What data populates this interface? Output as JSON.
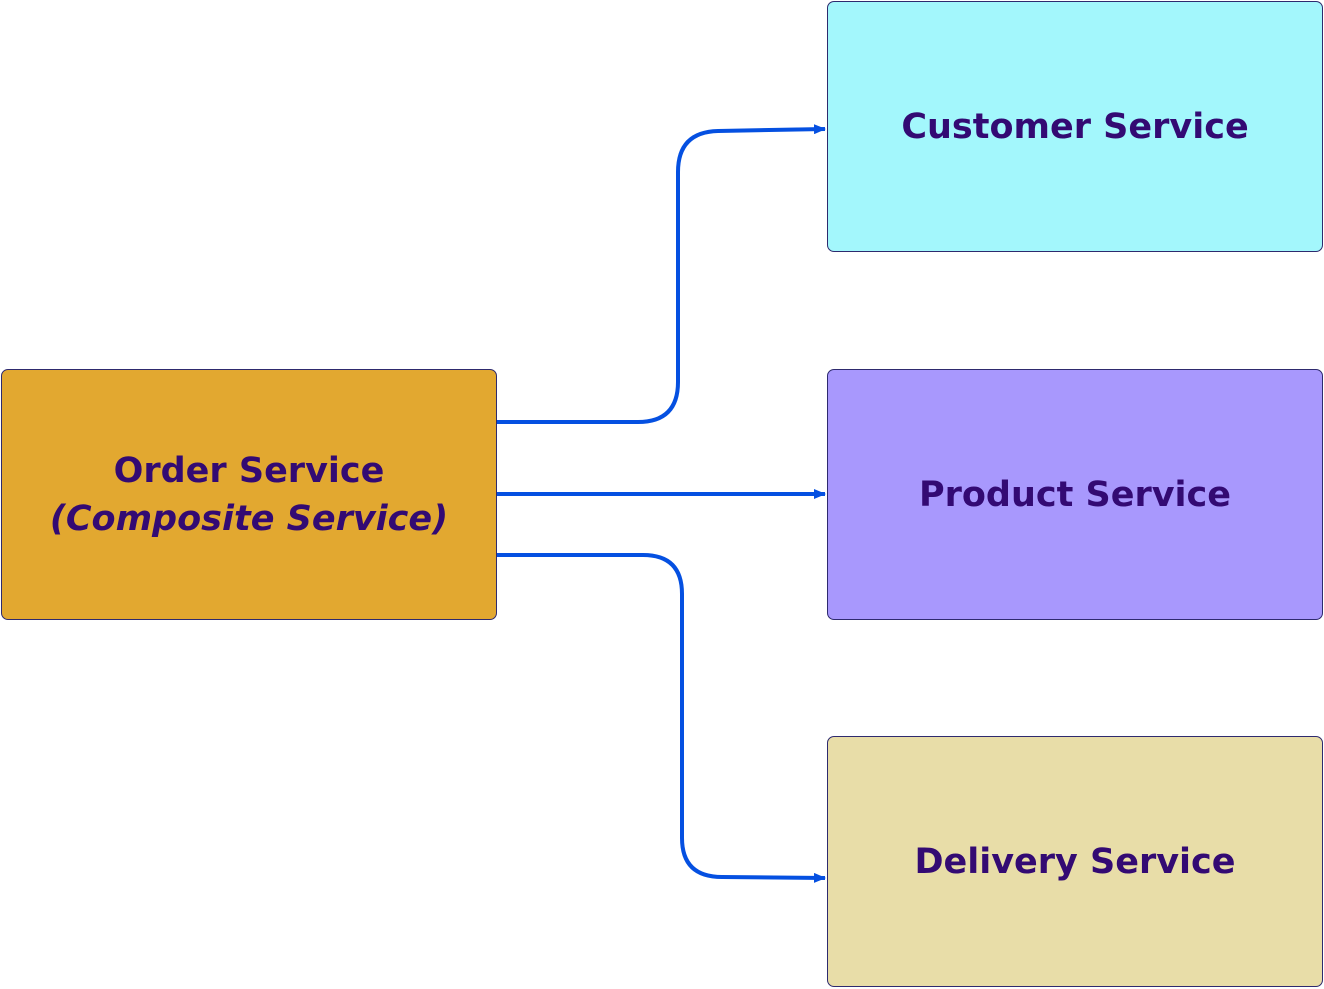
{
  "colors": {
    "order_fill": "#e2a830",
    "customer_fill": "#a3f7fc",
    "product_fill": "#a898fd",
    "delivery_fill": "#e8dda8",
    "text": "#330a73",
    "arrow": "#0550e1",
    "border": "#2e2a6e"
  },
  "nodes": {
    "order": {
      "title": "Order Service",
      "subtitle": "(Composite Service)"
    },
    "customer": {
      "title": "Customer Service"
    },
    "product": {
      "title": "Product Service"
    },
    "delivery": {
      "title": "Delivery Service"
    }
  },
  "edges": [
    {
      "from": "Order Service",
      "to": "Customer Service"
    },
    {
      "from": "Order Service",
      "to": "Product Service"
    },
    {
      "from": "Order Service",
      "to": "Delivery Service"
    }
  ]
}
